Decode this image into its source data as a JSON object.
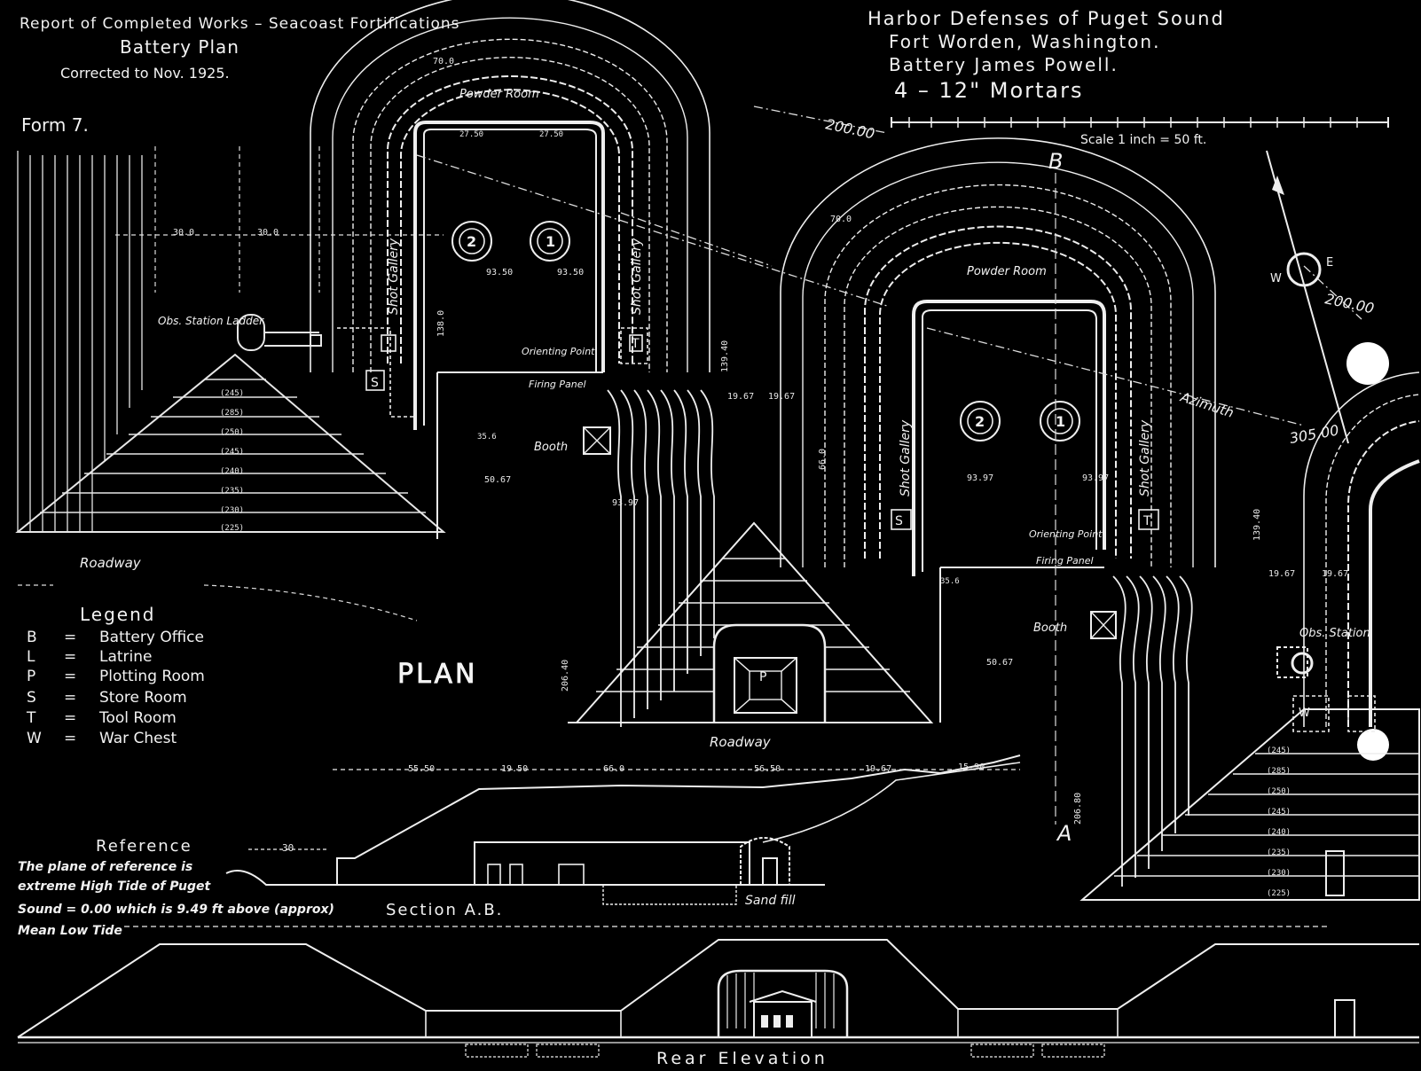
{
  "header": {
    "report_title": "Report of Completed Works – Seacoast Fortifications",
    "plan_title": "Battery Plan",
    "corrected": "Corrected to Nov. 1925.",
    "form": "Form 7."
  },
  "title_block": {
    "line1": "Harbor Defenses of Puget Sound",
    "line2": "Fort Worden, Washington.",
    "line3": "Battery James Powell.",
    "line4": "4 – 12\" Mortars",
    "scale": "Scale 1 inch = 50 ft."
  },
  "legend": {
    "title": "Legend",
    "items": [
      {
        "key": "B",
        "eq": "=",
        "desc": "Battery Office"
      },
      {
        "key": "L",
        "eq": "=",
        "desc": "Latrine"
      },
      {
        "key": "P",
        "eq": "=",
        "desc": "Plotting Room"
      },
      {
        "key": "S",
        "eq": "=",
        "desc": "Store Room"
      },
      {
        "key": "T",
        "eq": "=",
        "desc": "Tool Room"
      },
      {
        "key": "W",
        "eq": "=",
        "desc": "War Chest"
      }
    ]
  },
  "plan_label": "PLAN",
  "reference": {
    "title": "Reference",
    "line1": "The plane of reference is",
    "line2": "extreme High Tide of Puget",
    "line3": "Sound = 0.00 which is 9.49 ft above (approx)",
    "line4": "Mean Low Tide"
  },
  "section_label": "Section A.B.",
  "rear_label": "Rear Elevation",
  "labels": {
    "powder_room": "Powder Room",
    "shot_gallery": "Shot Gallery",
    "orienting_point": "Orienting Point",
    "firing_panel": "Firing Panel",
    "booth": "Booth",
    "obs_station_ladder": "Obs. Station Ladder",
    "obs_station": "Obs. Station",
    "roadway": "Roadway",
    "azimuth": "Azimuth",
    "sand_fill": "Sand fill",
    "mortar_2": "2",
    "mortar_1": "1",
    "letter_s": "S",
    "letter_t": "T",
    "letter_p": "P",
    "letter_w": "W",
    "compass_w": "W",
    "compass_e": "E",
    "section_a": "A",
    "section_b": "B"
  },
  "dimensions": {
    "d_200_left": "200.00",
    "d_200_right": "200.00",
    "d_305": "305.00",
    "d_30_a": "30.0",
    "d_30_b": "30.0",
    "d_27_50": "27.50",
    "d_93_50": "93.50",
    "d_93_97": "93.97",
    "d_138": "138.0",
    "d_139_40": "139.40",
    "d_206_40": "206.40",
    "d_206_80": "206.80",
    "d_66": "66.0",
    "d_50_67": "50.67",
    "d_35_6": "35.6",
    "d_19_67": "19.67",
    "d_70": "70.0",
    "d_30_ref": "30",
    "d_55_50": "55.50",
    "d_19_50": "19.50",
    "d_66_0": "66.0",
    "d_56_50": "56.50",
    "d_19_67b": "19.67",
    "d_15_90": "15.90"
  },
  "elevations": [
    "(245)",
    "(285)",
    "(250)",
    "(245)",
    "(240)",
    "(235)",
    "(230)",
    "(225)"
  ]
}
